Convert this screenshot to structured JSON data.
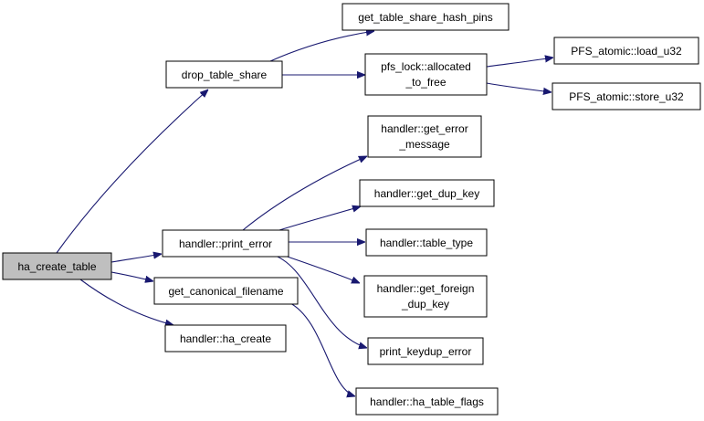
{
  "colors": {
    "edge": "#191970",
    "root_fill": "#bfbfbf",
    "node_fill": "#ffffff",
    "node_stroke": "#000000"
  },
  "nodes": {
    "ha_create_table": {
      "lines": [
        "ha_create_table"
      ]
    },
    "drop_table_share": {
      "lines": [
        "drop_table_share"
      ]
    },
    "get_table_share_hash_pins": {
      "lines": [
        "get_table_share_hash_pins"
      ]
    },
    "pfs_lock_allocated_to_free": {
      "lines": [
        "pfs_lock::allocated",
        "_to_free"
      ]
    },
    "pfs_atomic_load_u32": {
      "lines": [
        "PFS_atomic::load_u32"
      ]
    },
    "pfs_atomic_store_u32": {
      "lines": [
        "PFS_atomic::store_u32"
      ]
    },
    "handler_print_error": {
      "lines": [
        "handler::print_error"
      ]
    },
    "handler_get_error_message": {
      "lines": [
        "handler::get_error",
        "_message"
      ]
    },
    "handler_get_dup_key": {
      "lines": [
        "handler::get_dup_key"
      ]
    },
    "handler_table_type": {
      "lines": [
        "handler::table_type"
      ]
    },
    "handler_get_foreign_dup_key": {
      "lines": [
        "handler::get_foreign",
        "_dup_key"
      ]
    },
    "print_keydup_error": {
      "lines": [
        "print_keydup_error"
      ]
    },
    "get_canonical_filename": {
      "lines": [
        "get_canonical_filename"
      ]
    },
    "handler_ha_create": {
      "lines": [
        "handler::ha_create"
      ]
    },
    "handler_ha_table_flags": {
      "lines": [
        "handler::ha_table_flags"
      ]
    }
  }
}
